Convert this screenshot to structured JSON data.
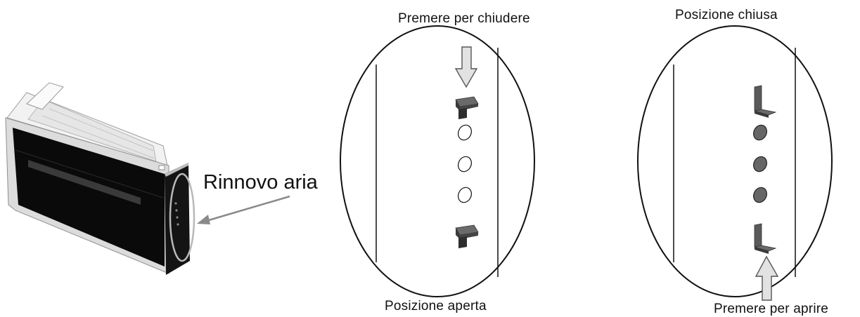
{
  "figure": {
    "callout_label": "Rinnovo aria",
    "panel_open": {
      "caption_top": "Premere per chiudere",
      "caption_bottom": "Posizione aperta",
      "vent_state": "open"
    },
    "panel_closed": {
      "caption_top": "Posizione chiusa",
      "caption_bottom": "Premere per aprire",
      "vent_state": "closed"
    }
  },
  "colors": {
    "unit_front": "#0a0a0a",
    "unit_frame": "#d8d8d8",
    "tab": "#555555",
    "closed_hole": "#666666",
    "arrow_fill": "#e2e2e2",
    "pointer": "#8a8a8a"
  }
}
